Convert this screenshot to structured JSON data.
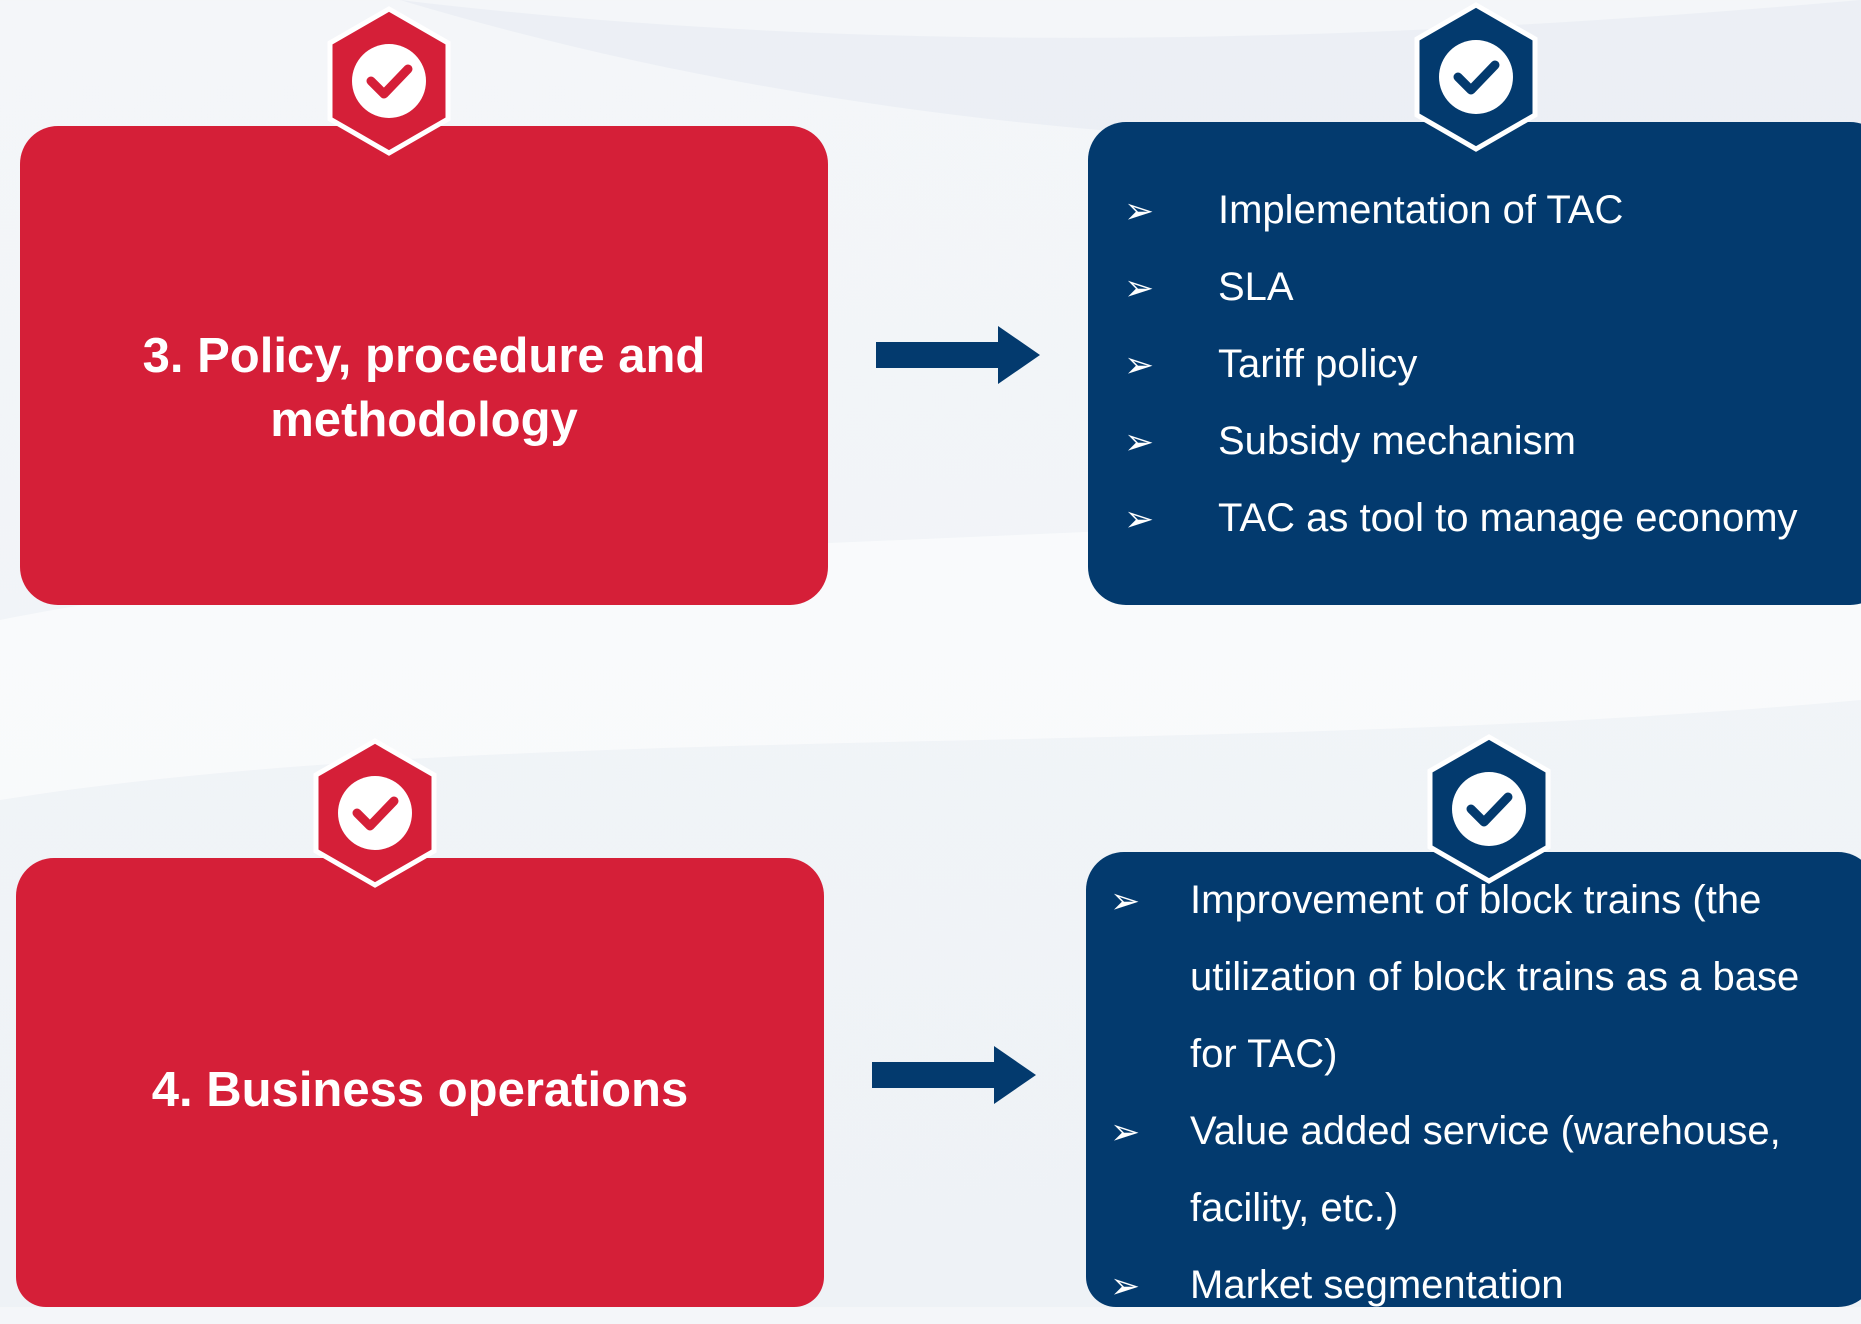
{
  "row1": {
    "title_line1": "3. Policy, procedure and",
    "title_line2": "methodology",
    "bullets": [
      "Implementation of TAC",
      "SLA",
      "Tariff policy",
      "Subsidy mechanism",
      "TAC as tool to manage economy"
    ]
  },
  "row2": {
    "title": "4. Business operations",
    "bullets": [
      "Improvement of block trains (the utilization of block trains as a base for TAC)",
      "Value added service (warehouse, facility, etc.)",
      "Market segmentation"
    ]
  },
  "bullet_glyph": "➢",
  "colors": {
    "red": "#d51f38",
    "navy": "#033a6e",
    "white": "#ffffff"
  },
  "icons": {
    "badge": "check-circle-hexagon-icon",
    "arrow": "right-arrow-icon"
  }
}
